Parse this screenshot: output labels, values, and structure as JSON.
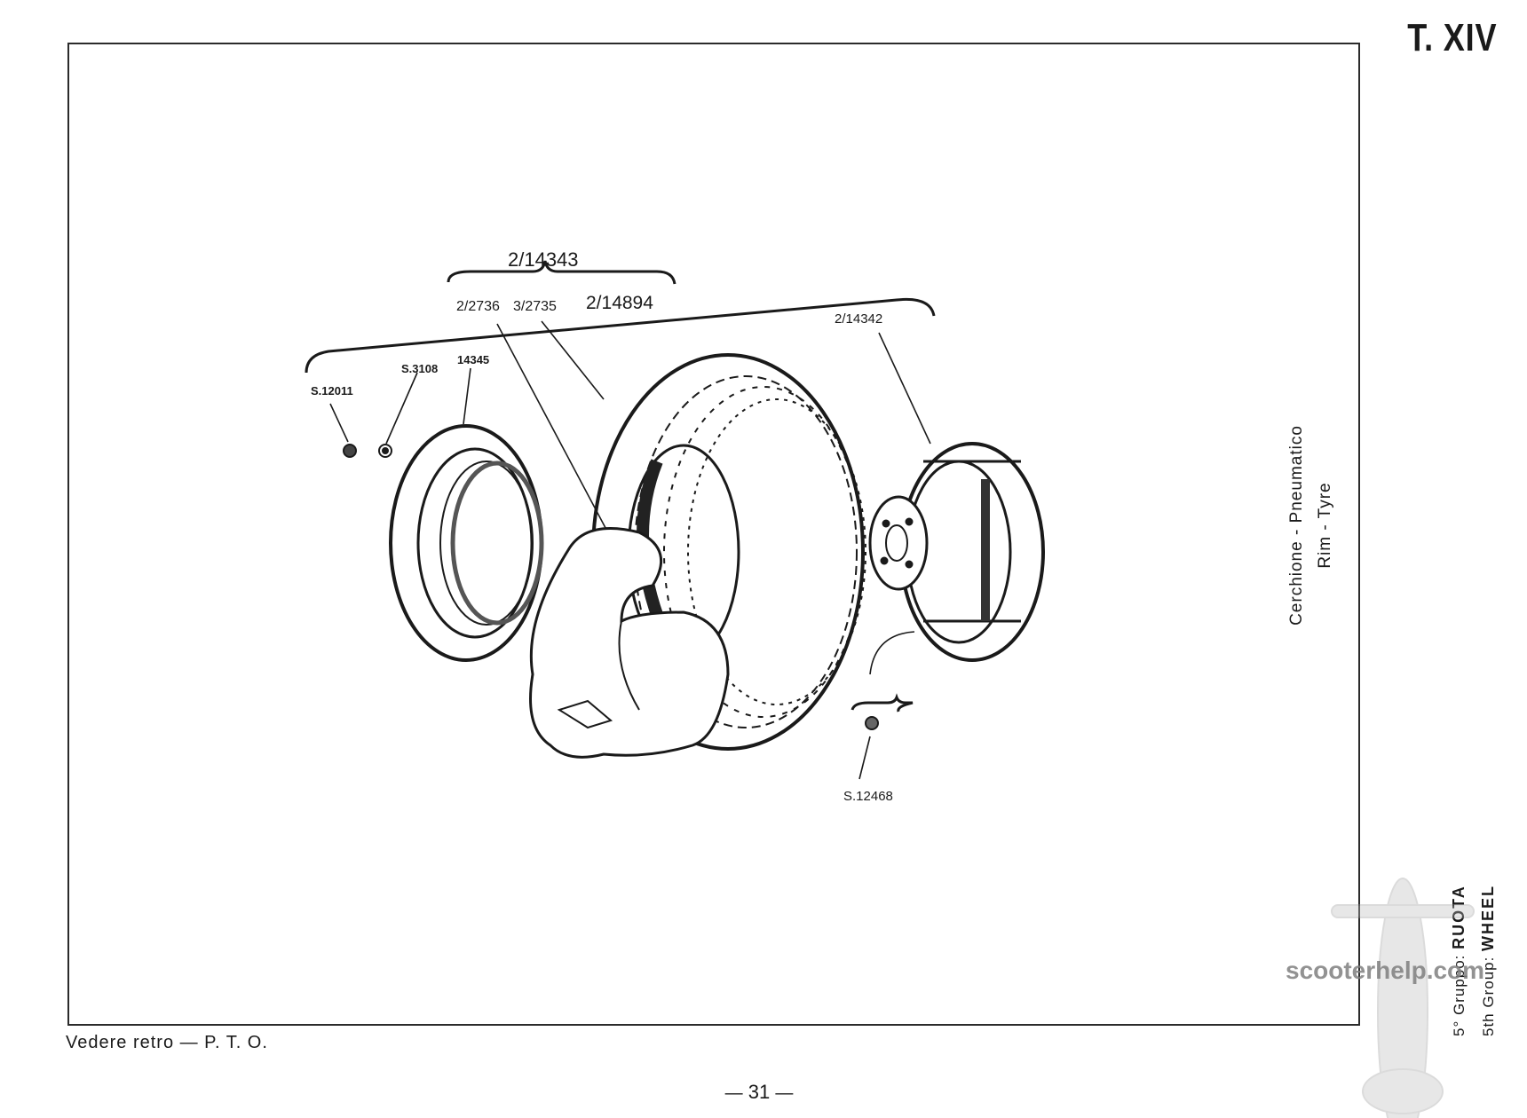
{
  "plate_number": "T. XIV",
  "section": {
    "italian": "Cerchione - Pneumatico",
    "english": "Rim - Tyre"
  },
  "group": {
    "italian_prefix": "5° Gruppo:",
    "italian_name": "RUOTA",
    "english_prefix": "5th Group:",
    "english_name": "WHEEL"
  },
  "watermark": "scooterhelp.com",
  "bottom_note": "Vedere retro — P. T. O.",
  "page_number": "31",
  "page_dash": "—",
  "callouts": {
    "assembly_top": "2/14343",
    "tube_a": "2/2736",
    "tube_b": "3/2735",
    "tyre": "2/14894",
    "wheel_half": "2/14342",
    "nut_a": "S.12011",
    "washer": "S.3108",
    "rim_half": "14345",
    "stud": "S.12468"
  }
}
